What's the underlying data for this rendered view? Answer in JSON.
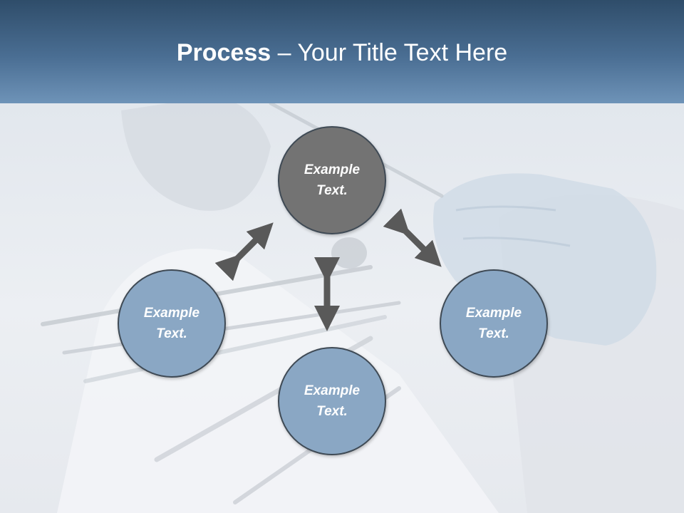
{
  "header": {
    "title_bold": "Process",
    "title_rest": " – Your Title Text Here"
  },
  "diagram": {
    "nodes": [
      {
        "id": "top",
        "label": "Example Text.",
        "color": "#737373"
      },
      {
        "id": "left",
        "label": "Example Text.",
        "color": "#8aa7c4"
      },
      {
        "id": "bottom",
        "label": "Example Text.",
        "color": "#8aa7c4"
      },
      {
        "id": "right",
        "label": "Example Text.",
        "color": "#8aa7c4"
      }
    ],
    "arrow_color": "#595959"
  }
}
